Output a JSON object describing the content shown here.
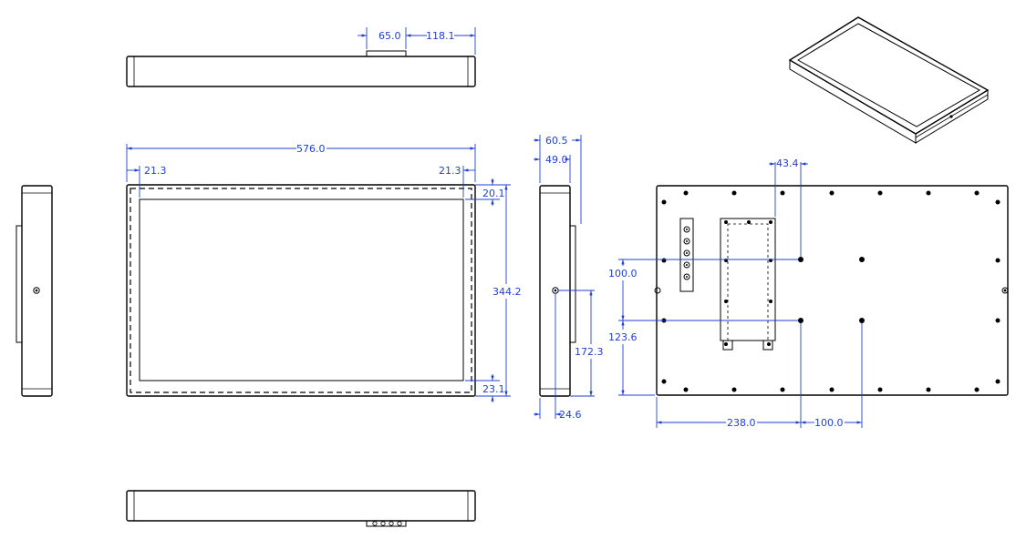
{
  "dimensions": {
    "front_width": "576.0",
    "front_left_bezel": "21.3",
    "front_right_bezel": "21.3",
    "front_top_bezel": "20.1",
    "front_height": "344.2",
    "front_bottom_bezel": "23.1",
    "top_bracket_width": "65.0",
    "top_bracket_offset": "118.1",
    "side_depth_total": "60.5",
    "side_depth_body": "49.0",
    "side_bracket_depth": "24.6",
    "side_half_height": "172.3",
    "rear_hole_offset_x": "43.4",
    "rear_hole_spacing_y": "100.0",
    "rear_hole_offset_y": "123.6",
    "rear_hole_offset_left": "238.0",
    "rear_hole_spacing_x": "100.0"
  }
}
